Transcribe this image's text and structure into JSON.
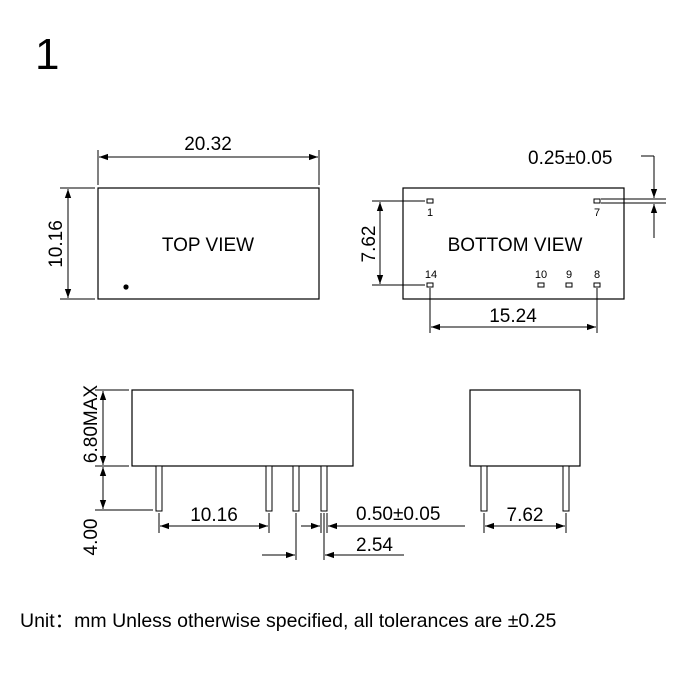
{
  "page_number": "1",
  "views": {
    "top": {
      "label": "TOP VIEW"
    },
    "bottom": {
      "label": "BOTTOM VIEW",
      "pins": [
        "1",
        "7",
        "14",
        "10",
        "9",
        "8"
      ]
    }
  },
  "dimensions": {
    "top_width": "20.32",
    "top_height": "10.16",
    "pin_row_spacing": "7.62",
    "pin_pitch_span": "15.24",
    "pin_size": "0.25±0.05",
    "body_height": "6.80MAX",
    "pin_length": "4.00",
    "side_pin_span": "10.16",
    "pin_diameter": "0.50±0.05",
    "pin_pitch": "2.54",
    "end_pin_span": "7.62"
  },
  "footer_note": "Unit：mm Unless otherwise specified, all tolerances are ±0.25"
}
